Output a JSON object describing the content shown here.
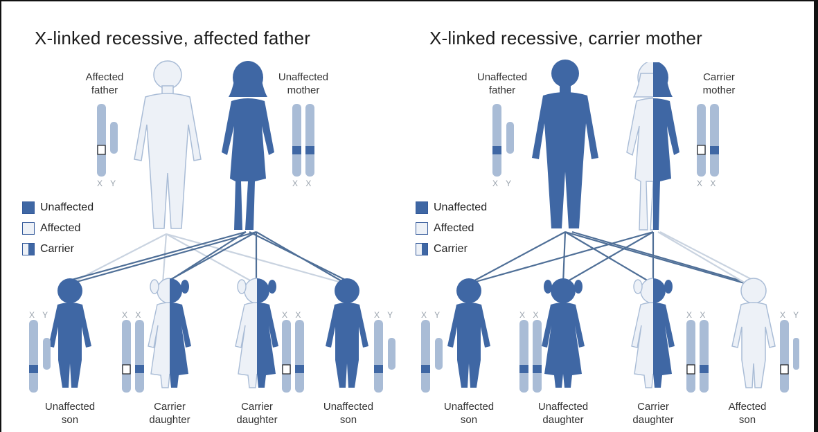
{
  "colors": {
    "unaffected": "#3f67a4",
    "affected": "#edf1f7",
    "carrier_half": "#3f67a4",
    "chromosome": "#a9bcd6",
    "line": "#4f6f97"
  },
  "panels": [
    {
      "title": "X-linked recessive, affected father",
      "father_label": "Affected\nfather",
      "mother_label": "Unaffected\nmother",
      "father_chrom": "X Y",
      "mother_chrom": "X X",
      "legend": {
        "unaffected": "Unaffected",
        "affected": "Affected",
        "carrier": "Carrier"
      },
      "children": [
        {
          "label": "Unaffected\nson",
          "chrom": "X Y",
          "status": "unaffected"
        },
        {
          "label": "Carrier\ndaughter",
          "chrom": "X X",
          "status": "carrier"
        },
        {
          "label": "Carrier\ndaughter",
          "chrom": "X X",
          "status": "carrier"
        },
        {
          "label": "Unaffected\nson",
          "chrom": "X Y",
          "status": "unaffected"
        }
      ]
    },
    {
      "title": "X-linked recessive, carrier mother",
      "father_label": "Unaffected\nfather",
      "mother_label": "Carrier\nmother",
      "father_chrom": "X Y",
      "mother_chrom": "X X",
      "legend": {
        "unaffected": "Unaffected",
        "affected": "Affected",
        "carrier": "Carrier"
      },
      "children": [
        {
          "label": "Unaffected\nson",
          "chrom": "X Y",
          "status": "unaffected"
        },
        {
          "label": "Unaffected\ndaughter",
          "chrom": "X X",
          "status": "unaffected"
        },
        {
          "label": "Carrier\ndaughter",
          "chrom": "X X",
          "status": "carrier"
        },
        {
          "label": "Affected\nson",
          "chrom": "X Y",
          "status": "affected"
        }
      ]
    }
  ]
}
